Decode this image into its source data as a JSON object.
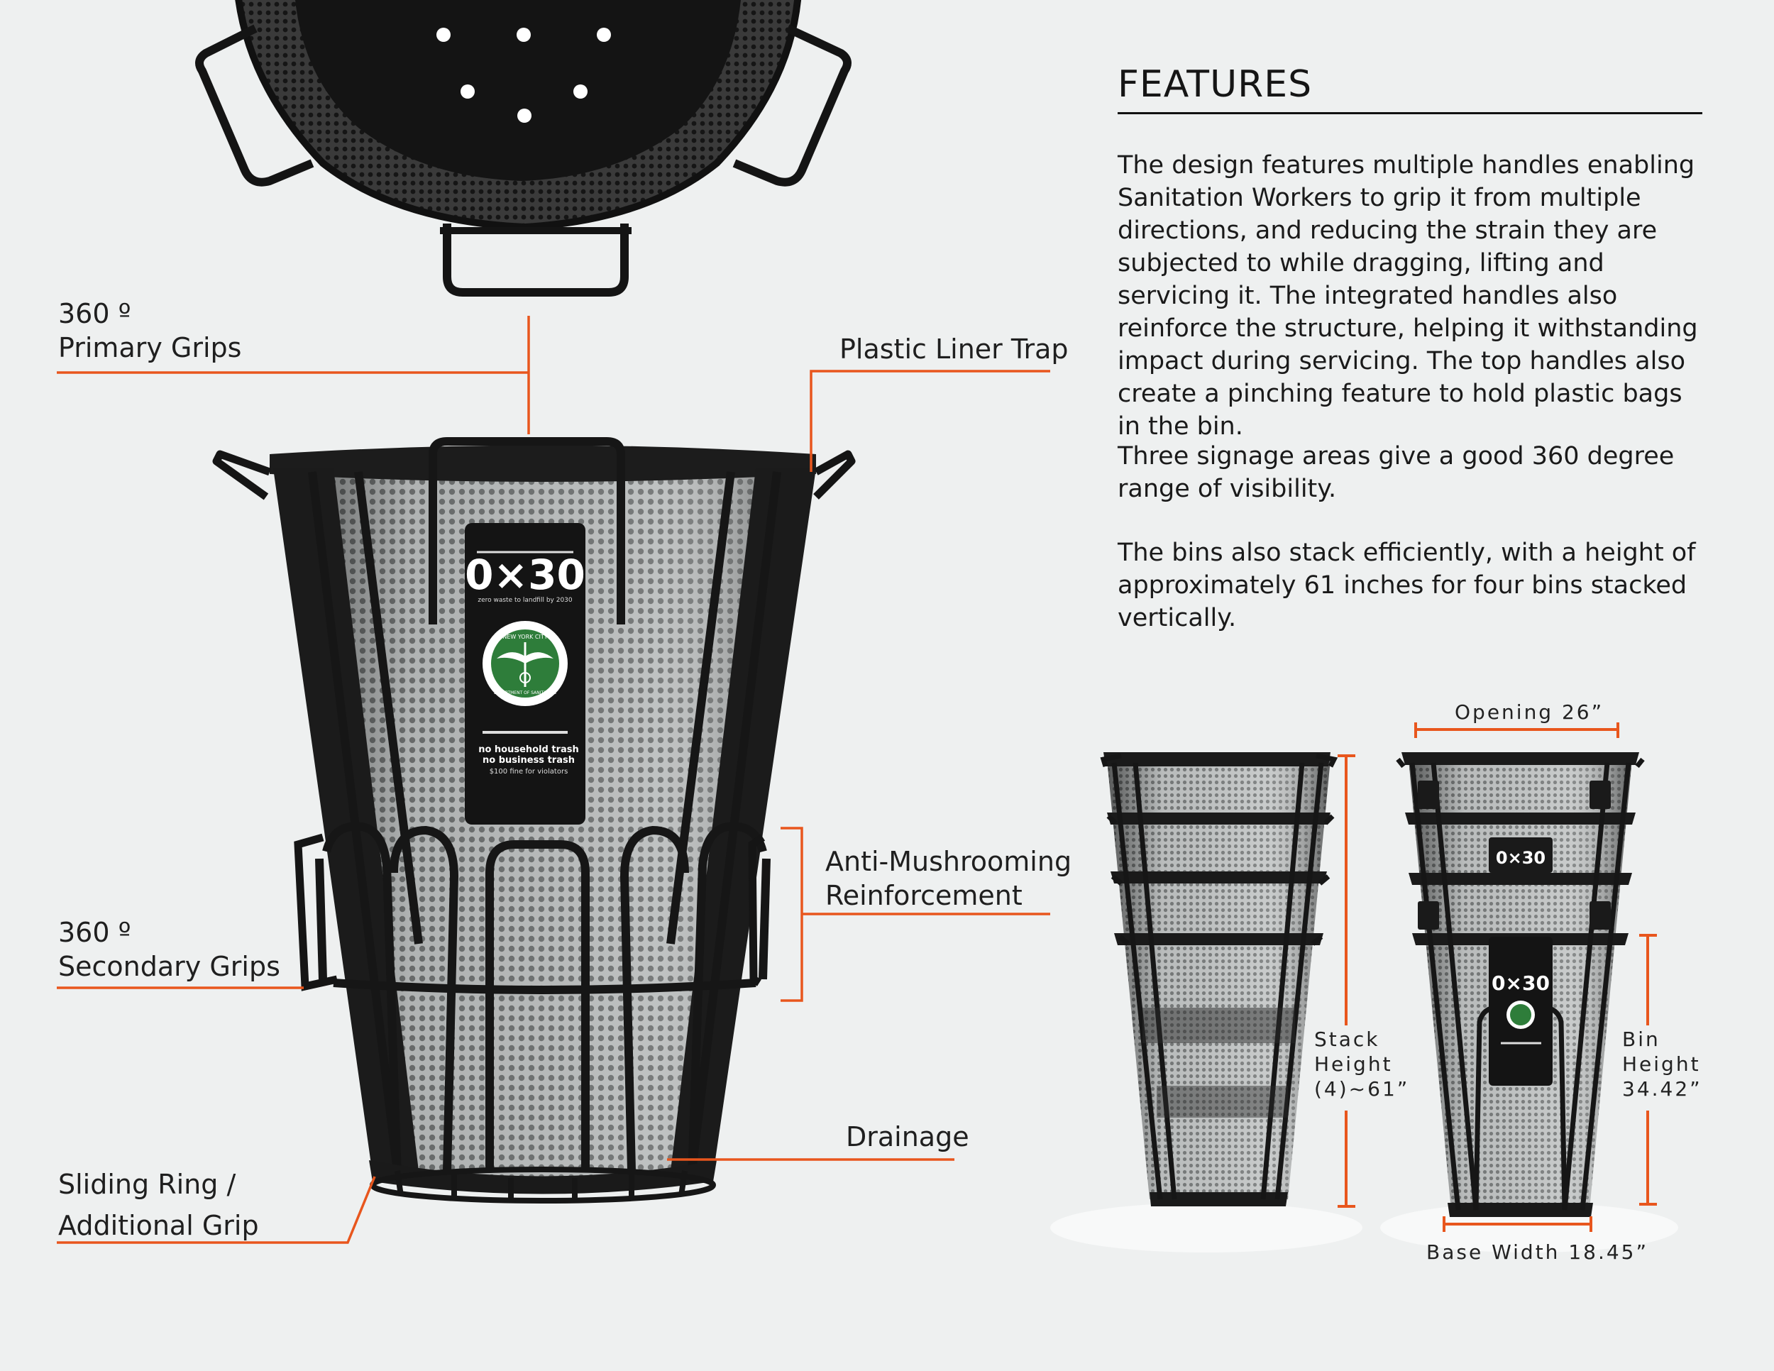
{
  "features": {
    "title": "FEATURES",
    "paragraphs": [
      "The design features multiple handles enabling Sanitation Workers to grip it from multiple directions, and reducing the strain they are subjected to while dragging, lifting and servicing it. The integrated handles also reinforce the structure, helping it withstanding impact during servicing. The top handles also create a pinching feature to hold plastic bags in the bin.",
      "Three signage areas give a good 360 degree range of visibility.",
      "The bins also stack efficiently, with a height of approximately 61 inches for four bins stacked vertically."
    ]
  },
  "callouts": {
    "primary_grips": [
      "360 º",
      "Primary Grips"
    ],
    "liner_trap": "Plastic Liner Trap",
    "anti_mushrooming": [
      "Anti-Mushrooming",
      "Reinforcement"
    ],
    "secondary_grips": [
      "360 º",
      "Secondary Grips"
    ],
    "drainage": "Drainage",
    "sliding_ring": [
      "Sliding Ring /",
      "Additional Grip"
    ]
  },
  "dimensions": {
    "opening": "Opening 26”",
    "stack_height": [
      "Stack",
      "Height",
      "(4)~61”"
    ],
    "bin_height": [
      "Bin",
      "Height",
      "34.42”"
    ],
    "base_width": "Base Width 18.45”"
  },
  "signage": {
    "logo": "0×30",
    "tagline": "zero waste to landfill by 2030",
    "seal_top": "NEW YORK CITY",
    "seal_bottom": "DEPARTMENT OF SANITATION",
    "line1": "no household trash",
    "line2": "no business trash",
    "line3": "$100 fine for violators"
  },
  "colors": {
    "accent": "#e8561d",
    "background": "#eef0f0",
    "bin_dark": "#1b1b1b",
    "seal_green": "#2e7d3a"
  }
}
